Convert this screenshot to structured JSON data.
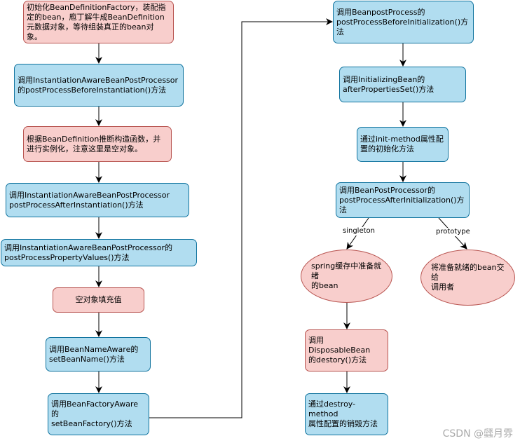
{
  "nodes": {
    "n1": "初始化BeanDefinitionFactory，装配指\n定的bean，庖丁解牛成BeanDefinition\n元数据对象，等待组装真正的bean对\n象。",
    "n2": "调用InstantiationAwareBeanPostProcessor\n的postProcessBeforeInstantiation()方法",
    "n3": "根据BeanDefinition推断构造函数，并\n进行实例化，注意这里是空对象。",
    "n4": "调用InstantiationAwareBeanPostProcessor\npostProcessAfterInstantiation()方法",
    "n5": "调用InstantiationAwareBeanPostProcessor的\npostProcessPropertyValues()方法",
    "n6": "空对象填充值",
    "n7": "调用BeanNameAware的\nsetBeanName()方法",
    "n8": "调用BeanFactoryAware的\nsetBeanFactory()方法",
    "n9": "调用BeanpostProcess的\npostProcessBeforeInitialization()方法",
    "n10": "调用InitializingBean的\nafterPropertiesSet()方法",
    "n11": "通过init-method属性配\n置的初始化方法",
    "n12": "调用BeanPostProcessor的\npostProcessAfterInitialization()方法",
    "n13": "spring缓存中准备就绪\n的bean",
    "n14": "将准备就绪的bean交给\n调用者",
    "n15": "调用DisposableBean\n的destory()方法",
    "n16": "通过destroy-method\n属性配置的销毁方法"
  },
  "edge_labels": {
    "singleton": "singleton",
    "prototype": "prototype"
  },
  "colors": {
    "blue_fill": "#b1ddf0",
    "blue_stroke": "#10739e",
    "pink_fill": "#f8cecc",
    "pink_stroke": "#b85450"
  },
  "watermark": "CSDN @瓥月雰"
}
